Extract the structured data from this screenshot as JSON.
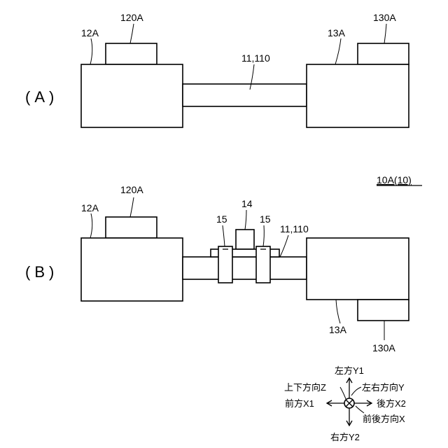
{
  "panels": {
    "a": {
      "label": "(A)",
      "labels": {
        "block_left": "12A",
        "block_left_top": "120A",
        "shaft": "11,110",
        "block_right": "13A",
        "block_right_top": "130A"
      }
    },
    "b": {
      "label": "(B)",
      "assembly": "10A(10)",
      "labels": {
        "block_left": "12A",
        "block_left_top": "120A",
        "center_part": "14",
        "clamp_left": "15",
        "clamp_right": "15",
        "shaft": "11,110",
        "block_right": "13A",
        "block_right_bottom": "130A"
      }
    }
  },
  "axes": {
    "up": "左方Y1",
    "down": "右方Y2",
    "left": "前方X1",
    "right": "後方X2",
    "vertical_name": "上下方向Z",
    "lateral_name": "左右方向Y",
    "longitudinal_name": "前後方向X"
  }
}
